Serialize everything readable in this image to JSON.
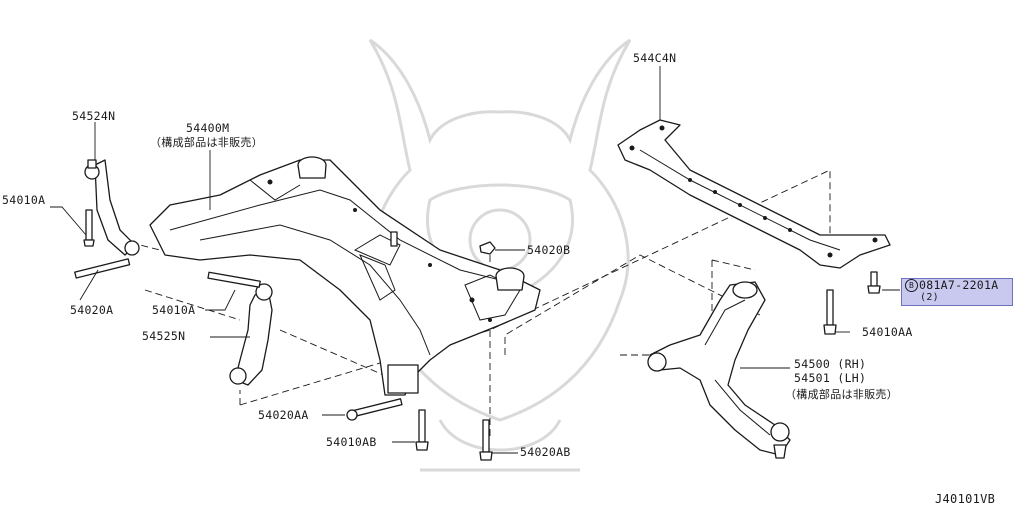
{
  "labels": {
    "p544c4n": "544C4N",
    "p54524n": "54524N",
    "p54400m": "54400M",
    "p54400m_note": "（構成部品は非販売）",
    "p54010a_upper": "54010A",
    "p54020a": "54020A",
    "p54010a_lower": "54010A",
    "p54525n": "54525N",
    "p54020b": "54020B",
    "p54010aa": "54010AA",
    "p54500": "54500 (RH)",
    "p54501": "54501 (LH)",
    "p54500_note": "（構成部品は非販売）",
    "p54020aa": "54020AA",
    "p54010ab": "54010AB",
    "p54020ab": "54020AB",
    "bolt_circle": "B",
    "bolt_code": "081A7-2201A",
    "bolt_qty": "(2)",
    "diagram_id": "J40101VB"
  },
  "colors": {
    "highlight": "#c9c9f0",
    "line": "#1a1a1a",
    "watermark": "#d9d9d9"
  }
}
